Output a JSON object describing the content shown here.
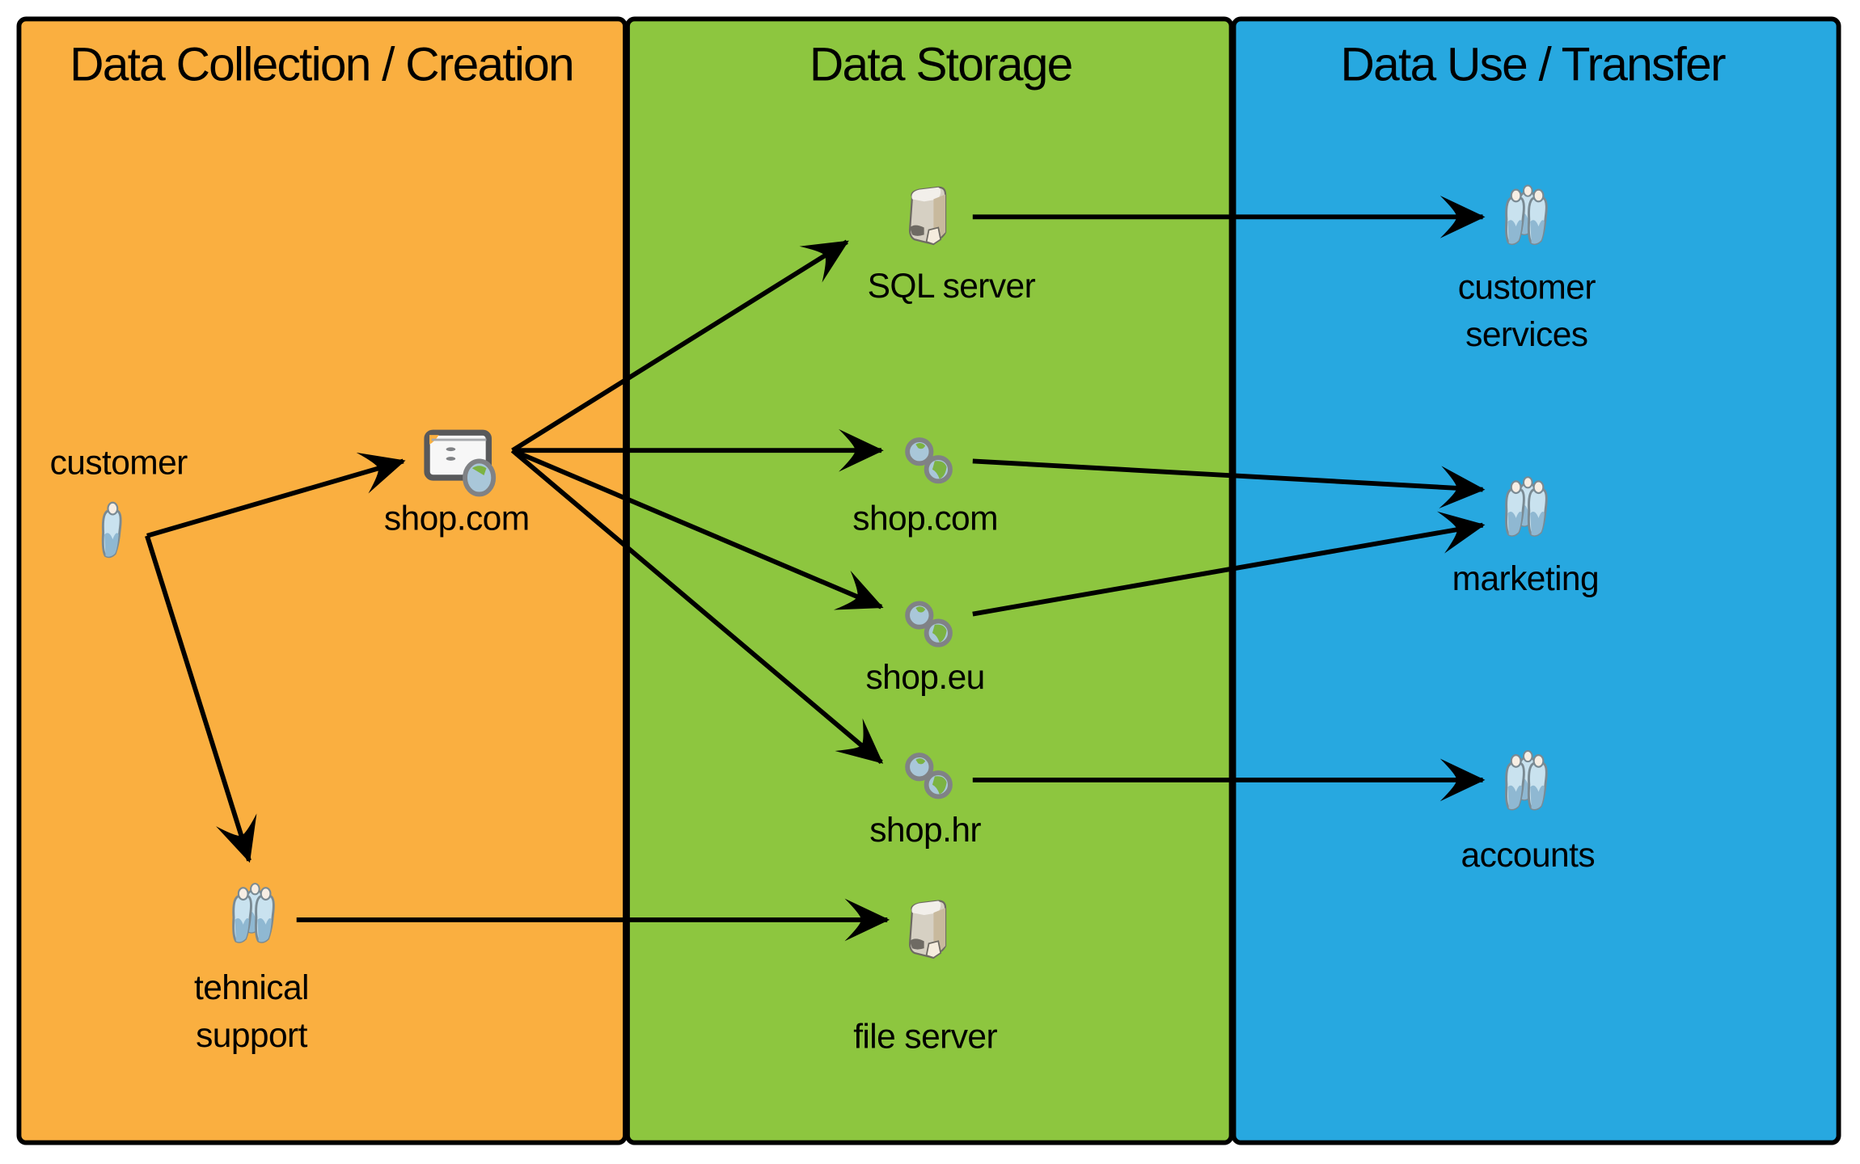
{
  "diagram": {
    "type": "data-flow",
    "colors": {
      "collection": "#FAAF40",
      "storage": "#8DC63F",
      "use": "#27A8E0",
      "border": "#000000",
      "arrow": "#000000"
    },
    "panels": [
      {
        "id": "collection",
        "title": "Data Collection / Creation"
      },
      {
        "id": "storage",
        "title": "Data Storage"
      },
      {
        "id": "use",
        "title": "Data Use / Transfer"
      }
    ],
    "nodes": {
      "customer": {
        "label": "customer",
        "icon": "person-icon",
        "panel": "collection"
      },
      "shop_web": {
        "label": "shop.com",
        "icon": "web-page-icon",
        "panel": "collection"
      },
      "tech_support": {
        "label_line1": "tehnical",
        "label_line2": "support",
        "icon": "group-icon",
        "panel": "collection"
      },
      "sql_server": {
        "label": "SQL server",
        "icon": "server-icon",
        "panel": "storage"
      },
      "shop_com_db": {
        "label": "shop.com",
        "icon": "globe-link-icon",
        "panel": "storage"
      },
      "shop_eu_db": {
        "label": "shop.eu",
        "icon": "globe-link-icon",
        "panel": "storage"
      },
      "shop_hr_db": {
        "label": "shop.hr",
        "icon": "globe-link-icon",
        "panel": "storage"
      },
      "file_server": {
        "label": "file server",
        "icon": "server-icon",
        "panel": "storage"
      },
      "customer_services": {
        "label_line1": "customer",
        "label_line2": "services",
        "icon": "group-icon",
        "panel": "use"
      },
      "marketing": {
        "label": "marketing",
        "icon": "group-icon",
        "panel": "use"
      },
      "accounts": {
        "label": "accounts",
        "icon": "group-icon",
        "panel": "use"
      }
    },
    "edges": [
      {
        "from": "customer",
        "to": "shop_web"
      },
      {
        "from": "customer",
        "to": "tech_support"
      },
      {
        "from": "shop_web",
        "to": "sql_server"
      },
      {
        "from": "shop_web",
        "to": "shop_com_db"
      },
      {
        "from": "shop_web",
        "to": "shop_eu_db"
      },
      {
        "from": "shop_web",
        "to": "shop_hr_db"
      },
      {
        "from": "tech_support",
        "to": "file_server"
      },
      {
        "from": "sql_server",
        "to": "customer_services"
      },
      {
        "from": "shop_com_db",
        "to": "marketing"
      },
      {
        "from": "shop_eu_db",
        "to": "marketing"
      },
      {
        "from": "shop_hr_db",
        "to": "accounts"
      }
    ]
  }
}
